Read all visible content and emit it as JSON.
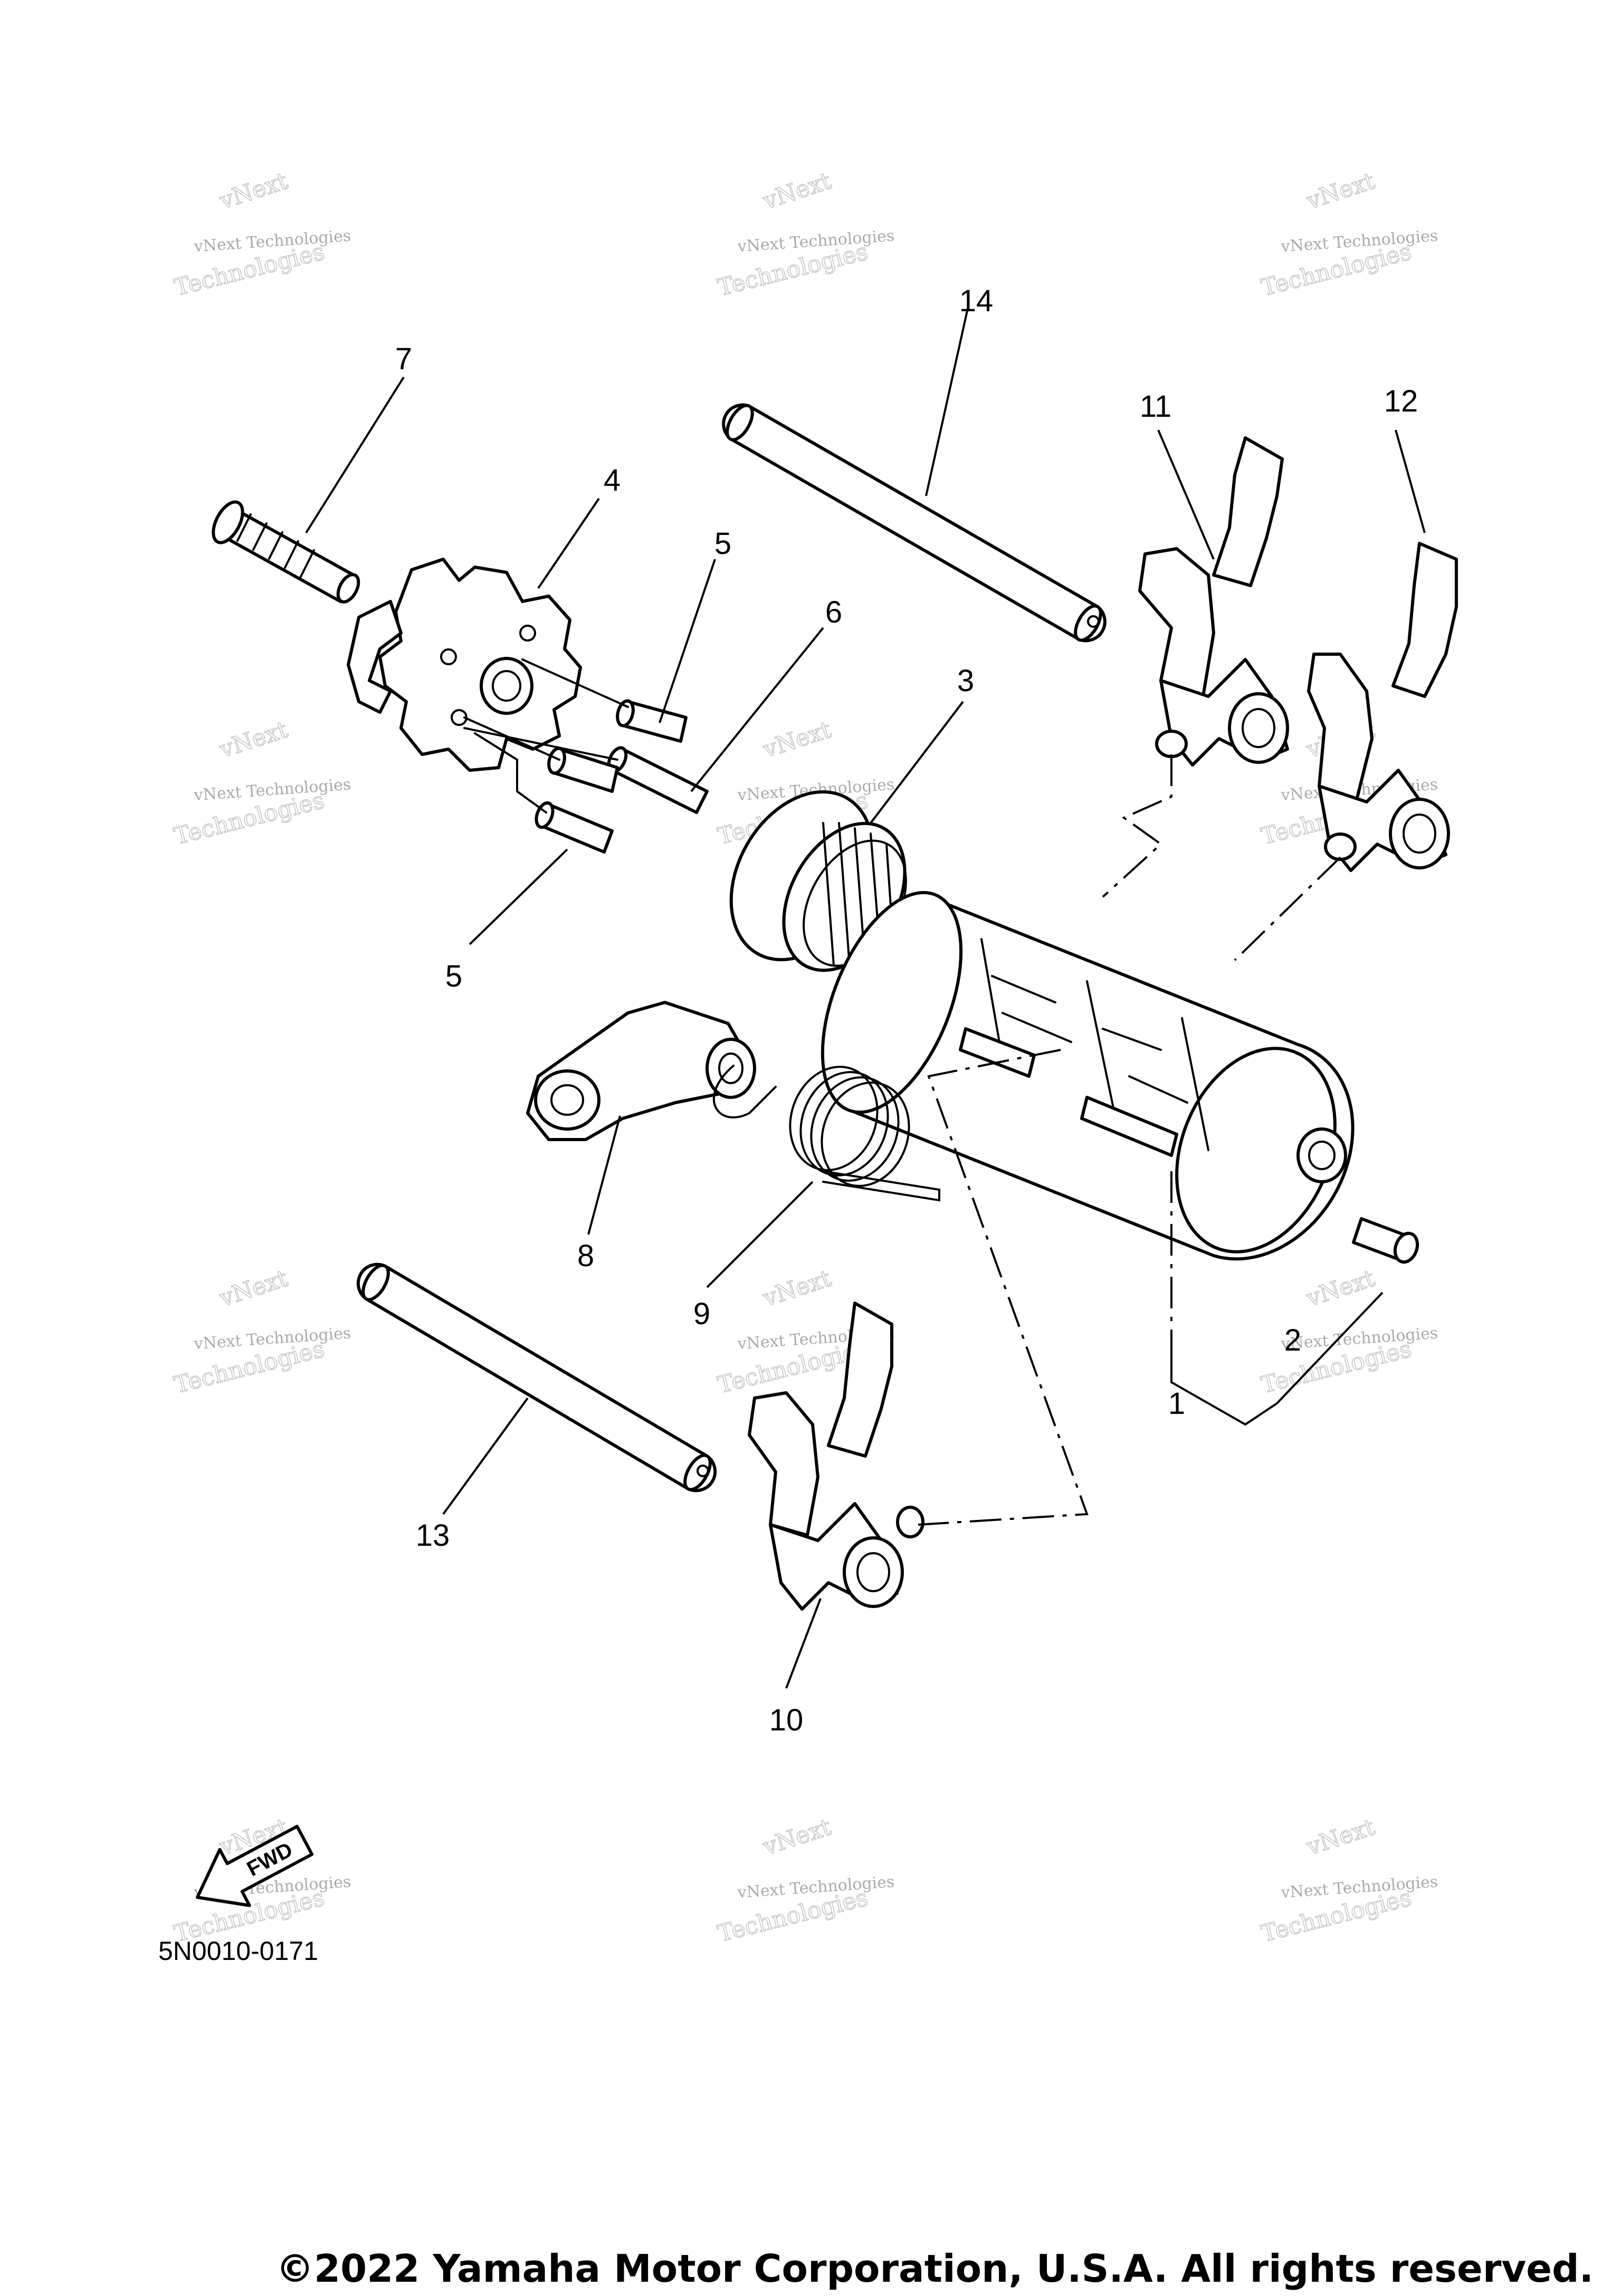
{
  "diagram": {
    "callouts": [
      "1",
      "2",
      "3",
      "4",
      "5",
      "5",
      "6",
      "7",
      "8",
      "9",
      "10",
      "11",
      "12",
      "13",
      "14"
    ],
    "watermark": {
      "line1": "vNext Technologies",
      "line2a": "vNext",
      "line2b": "Technologies"
    },
    "direction_badge": "FWD",
    "diagram_code": "5N0010-0171",
    "copyright": "©2022 Yamaha Motor Corporation, U.S.A. All rights reserved."
  }
}
